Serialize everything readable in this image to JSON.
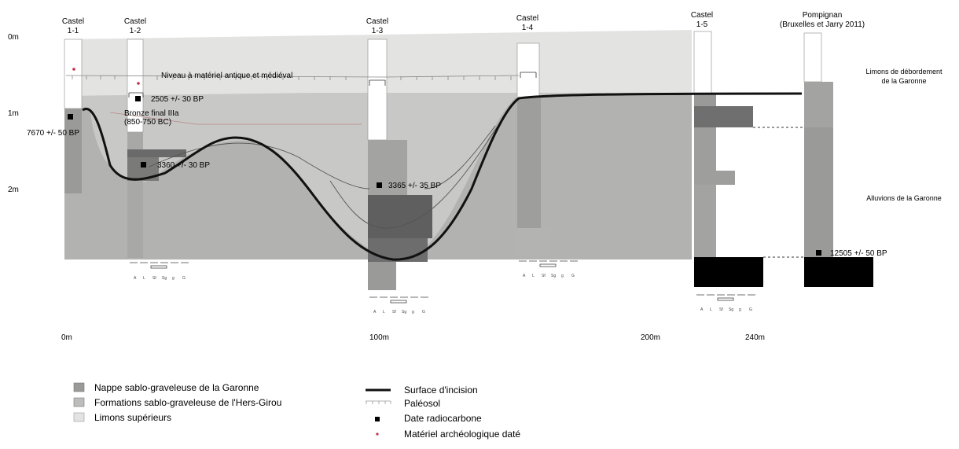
{
  "depth_labels": [
    "0m",
    "1m",
    "2m"
  ],
  "distance_labels": [
    "0m",
    "100m",
    "200m",
    "240m"
  ],
  "cores": [
    {
      "name_line1": "Castel",
      "name_line2": "1-1"
    },
    {
      "name_line1": "Castel",
      "name_line2": "1-2"
    },
    {
      "name_line1": "Castel",
      "name_line2": "1-3"
    },
    {
      "name_line1": "Castel",
      "name_line2": "1-4"
    },
    {
      "name_line1": "Castel",
      "name_line2": "1-5"
    }
  ],
  "reference_core": {
    "name_line1": "Pompignan",
    "name_line2": "(Bruxelles et Jarry 2011)"
  },
  "unit_labels": {
    "limons_line1": "Limons de débordement",
    "limons_line2": "de la Garonne",
    "alluvions": "Alluvions de la Garonne"
  },
  "annotations": {
    "niveau": "Niveau à matériel antique et médiéval",
    "bronze_line1": "Bronze final IIIa",
    "bronze_line2": "(850-750 BC)"
  },
  "dates": [
    {
      "label": "2505 +/- 30 BP"
    },
    {
      "label": "7670 +/- 50 BP"
    },
    {
      "label": "3360 +/- 30 BP"
    },
    {
      "label": "3365 +/- 35 BP"
    },
    {
      "label": "12505 +/- 50 BP"
    }
  ],
  "grain_scale": [
    "A",
    "L",
    "Sf",
    "Sg",
    "g",
    "G"
  ],
  "legend": {
    "nappe": "Nappe sablo-graveleuse de la Garonne",
    "hers": "Formations sablo-graveleuse de l'Hers-Girou",
    "limons": "Limons supérieurs",
    "surface": "Surface d'incision",
    "paleosol": "Paléosol",
    "radiocarbone": "Date radiocarbone",
    "materiel": "Matériel archéologique daté"
  },
  "colors": {
    "limons": "#e3e3e1",
    "hers": "#bdbdbb",
    "nappe": "#9a9a98",
    "dark": "#5a5a5a",
    "black": "#000000",
    "red": "#c0304a"
  }
}
